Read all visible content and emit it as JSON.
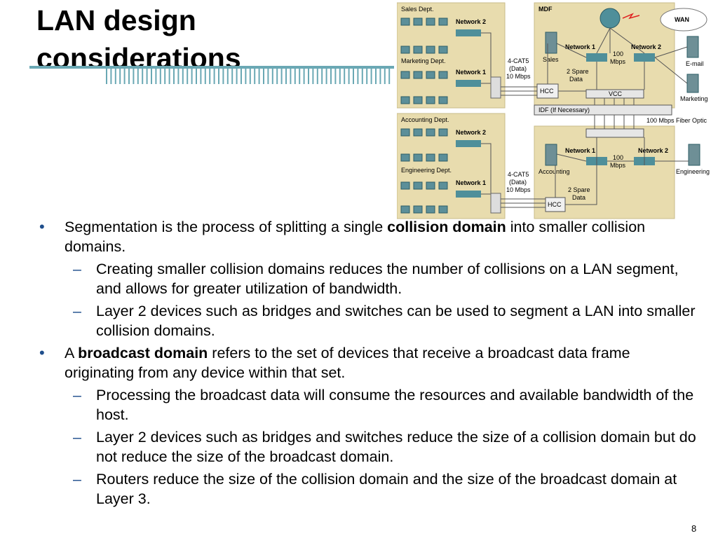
{
  "slide": {
    "title_line1": "LAN design",
    "title_line2": "considerations",
    "page_number": "8"
  },
  "figure": {
    "top_left_panels": [
      {
        "dept": "Sales Dept.",
        "network": "Network 2"
      },
      {
        "dept": "Marketing Dept.",
        "network": "Network 1"
      }
    ],
    "bottom_left_panels": [
      {
        "dept": "Accounting Dept.",
        "network": "Network 2"
      },
      {
        "dept": "Engineering Dept.",
        "network": "Network 1"
      }
    ],
    "cable_label_top": [
      "4-CAT5",
      "(Data)",
      "10 Mbps"
    ],
    "cable_label_bottom": [
      "4-CAT5",
      "(Data)",
      "10 Mbps"
    ],
    "mdf_label": "MDF",
    "wan_label": "WAN",
    "top_right": {
      "net1": "Network 1",
      "net2": "Network 2",
      "speed": [
        "100",
        "Mbps"
      ],
      "sales": "Sales",
      "email": "E-mail",
      "marketing": "Marketing",
      "spare": [
        "2 Spare",
        "Data"
      ],
      "hcc": "HCC",
      "vcc": "VCC"
    },
    "idf_label": "IDF (If Necessary)",
    "fiber_label": "100 Mbps Fiber Optic",
    "bottom_right": {
      "net1": "Network 1",
      "net2": "Network 2",
      "speed": [
        "100",
        "Mbps"
      ],
      "accounting": "Accounting",
      "engineering": "Engineering",
      "spare": [
        "2 Spare",
        "Data"
      ],
      "hcc": "HCC"
    }
  },
  "bullets": {
    "b1_pre": "Segmentation is the process of splitting a single ",
    "b1_bold": "collision domain",
    "b1_post": " into smaller collision domains.",
    "b1_sub1": "Creating smaller collision domains reduces the number of collisions on a LAN segment, and allows for greater utilization of bandwidth.",
    "b1_sub2": "Layer 2 devices such as bridges and switches can be used to segment a LAN into smaller collision domains.",
    "b2_pre": "A ",
    "b2_bold": "broadcast domain",
    "b2_post": " refers to the set of devices that receive a broadcast data frame originating from any device within that set.",
    "b2_sub1": "Processing the broadcast data will consume the resources and available bandwidth of the host.",
    "b2_sub2": "Layer 2 devices such as bridges and switches reduce the size of a collision domain but do not reduce the size of the broadcast domain.",
    "b2_sub3": "Routers reduce the size of the collision domain and the size of the broadcast domain at Layer 3.",
    "bullet_mark": "•",
    "sub_mark": "–"
  },
  "colors": {
    "accent_blue": "#1f4e8c",
    "panel_tan": "#e8dcae",
    "title_bar_teal": "#6aa8b4"
  }
}
